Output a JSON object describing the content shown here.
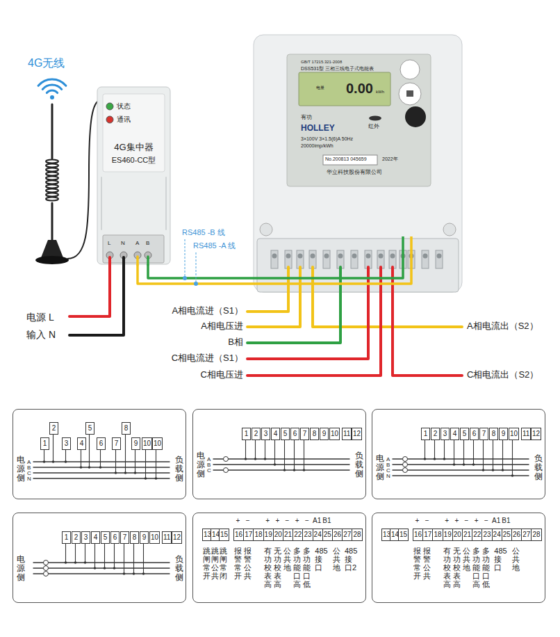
{
  "diagram": {
    "nodes": [
      {
        "text": [
          "状态",
          "通讯",
          "4G集中器",
          "ES460-CC型",
          "L",
          "N",
          "A",
          "B"
        ]
      },
      {
        "text": [
          "GB/T 17215.321-2008",
          "DSS531型 三相三线电子式电能表",
          "电量",
          "0.00",
          "kWh",
          "有功",
          "红外",
          "HOLLEY",
          "3×100V 3×1.5(6)A 50Hz",
          "20000imp/kWh",
          "No.200813 045659",
          "2022年",
          "华立科技股份有限公司"
        ]
      },
      {
        "text": [
          "电源侧",
          "A",
          "B",
          "C",
          "N",
          "负载侧"
        ]
      },
      {
        "text": [
          "1"
        ],
        "in": 2
      },
      {
        "text": [
          "2"
        ],
        "in": 2
      },
      {
        "text": [
          "3"
        ],
        "in": 2
      },
      {
        "text": [
          "4"
        ],
        "in": 2
      },
      {
        "text": [
          "5"
        ],
        "in": 2
      },
      {
        "text": [
          "6"
        ],
        "in": 2
      },
      {
        "text": [
          "7"
        ],
        "in": 2
      },
      {
        "text": [
          "8"
        ],
        "in": 2
      },
      {
        "text": [
          "9"
        ],
        "in": 2
      },
      {
        "text": [
          "10"
        ],
        "in": 2
      },
      {
        "text": [
          "10"
        ],
        "in": 2
      },
      {
        "text": [
          "电源侧",
          "A",
          "B",
          "C",
          "负载侧"
        ]
      },
      {
        "text": [
          "1"
        ],
        "in": 14
      },
      {
        "text": [
          "2"
        ],
        "in": 14
      },
      {
        "text": [
          "3"
        ],
        "in": 14
      },
      {
        "text": [
          "4"
        ],
        "in": 14
      },
      {
        "text": [
          "5"
        ],
        "in": 14
      },
      {
        "text": [
          "6"
        ],
        "in": 14
      },
      {
        "text": [
          "7"
        ],
        "in": 14
      },
      {
        "text": [
          "8"
        ],
        "in": 14
      },
      {
        "text": [
          "9"
        ],
        "in": 14
      },
      {
        "text": [
          "10"
        ],
        "in": 14
      },
      {
        "text": [
          "11"
        ],
        "in": 14
      },
      {
        "text": [
          "12"
        ],
        "in": 14
      },
      {
        "text": [
          "电源侧",
          "A",
          "B",
          "C",
          "N",
          "负载侧"
        ]
      },
      {
        "text": [
          "1"
        ],
        "in": 27
      },
      {
        "text": [
          "2"
        ],
        "in": 27
      },
      {
        "text": [
          "3"
        ],
        "in": 27
      },
      {
        "text": [
          "4"
        ],
        "in": 27
      },
      {
        "text": [
          "5"
        ],
        "in": 27
      },
      {
        "text": [
          "6"
        ],
        "in": 27
      },
      {
        "text": [
          "7"
        ],
        "in": 27
      },
      {
        "text": [
          "8"
        ],
        "in": 27
      },
      {
        "text": [
          "9"
        ],
        "in": 27
      },
      {
        "text": [
          "10"
        ],
        "in": 27
      },
      {
        "text": [
          "11"
        ],
        "in": 27
      },
      {
        "text": [
          "12"
        ],
        "in": 27
      },
      {
        "text": [
          "电源侧",
          "负载侧"
        ]
      },
      {
        "text": [
          "1"
        ],
        "in": 40
      },
      {
        "text": [
          "2"
        ],
        "in": 40
      },
      {
        "text": [
          "3"
        ],
        "in": 40
      },
      {
        "text": [
          "4"
        ],
        "in": 40
      },
      {
        "text": [
          "5"
        ],
        "in": 40
      },
      {
        "text": [
          "6"
        ],
        "in": 40
      },
      {
        "text": [
          "7"
        ],
        "in": 40
      },
      {
        "text": [
          "8"
        ],
        "in": 40
      },
      {
        "text": [
          "9"
        ],
        "in": 40
      },
      {
        "text": [
          "10"
        ],
        "in": 40
      },
      {
        "text": [
          "11"
        ],
        "in": 40
      },
      {
        "text": [
          "12"
        ],
        "in": 40
      },
      {
        "text": [
          "+",
          "−",
          "+",
          "+",
          "−",
          "+",
          "−",
          "A1",
          "B1",
          "跳闸常开",
          "跳闸公共",
          "跳闸常闭",
          "报警常开",
          "报警公共",
          "有功校表高",
          "无功校表高",
          "公共地",
          "多功能口高",
          "多功能口低",
          "485接口",
          "公共地",
          "485接口2"
        ]
      },
      {
        "text": [
          "13"
        ],
        "in": 53
      },
      {
        "text": [
          "14"
        ],
        "in": 53
      },
      {
        "text": [
          "15"
        ],
        "in": 53
      },
      {
        "text": [
          "16"
        ],
        "in": 53
      },
      {
        "text": [
          "17"
        ],
        "in": 53
      },
      {
        "text": [
          "18"
        ],
        "in": 53
      },
      {
        "text": [
          "19"
        ],
        "in": 53
      },
      {
        "text": [
          "20"
        ],
        "in": 53
      },
      {
        "text": [
          "21"
        ],
        "in": 53
      },
      {
        "text": [
          "22"
        ],
        "in": 53
      },
      {
        "text": [
          "23"
        ],
        "in": 53
      },
      {
        "text": [
          "24"
        ],
        "in": 53
      },
      {
        "text": [
          "25"
        ],
        "in": 53
      },
      {
        "text": [
          "26"
        ],
        "in": 53
      },
      {
        "text": [
          "27"
        ],
        "in": 53
      },
      {
        "text": [
          "28"
        ],
        "in": 53
      },
      {
        "text": [
          "+",
          "−",
          "+",
          "+",
          "−",
          "+",
          "−",
          "A1",
          "B1",
          "报警常开",
          "报警公共",
          "有功校表高",
          "无功校表高",
          "公共地",
          "多功能口高",
          "多功能口低",
          "485接口",
          "公共地"
        ]
      },
      {
        "text": [
          "13"
        ],
        "in": 70
      },
      {
        "text": [
          "14"
        ],
        "in": 70
      },
      {
        "text": [
          "15"
        ],
        "in": 70
      },
      {
        "text": [
          "16"
        ],
        "in": 70
      },
      {
        "text": [
          "17"
        ],
        "in": 70
      },
      {
        "text": [
          "18"
        ],
        "in": 70
      },
      {
        "text": [
          "19"
        ],
        "in": 70
      },
      {
        "text": [
          "20"
        ],
        "in": 70
      },
      {
        "text": [
          "21"
        ],
        "in": 70
      },
      {
        "text": [
          "22"
        ],
        "in": 70
      },
      {
        "text": [
          "23"
        ],
        "in": 70
      },
      {
        "text": [
          "24"
        ],
        "in": 70
      },
      {
        "text": [
          "25"
        ],
        "in": 70
      },
      {
        "text": [
          "26"
        ],
        "in": 70
      },
      {
        "text": [
          "27"
        ],
        "in": 70
      },
      {
        "text": [
          "28"
        ],
        "in": 70
      }
    ],
    "edges": [
      {
        "from": 0,
        "to": 1,
        "arrow": "none",
        "label": "RS485 -A 线"
      },
      {
        "from": 0,
        "to": 1,
        "arrow": "none",
        "label": "RS485 -B 线"
      }
    ],
    "labels": [
      "4G无线",
      "电源 L",
      "输入 N",
      "A相电流进（S1）",
      "A相电压进",
      "B相",
      "C相电流进（S1）",
      "C相电压进",
      "A相电流出（S2）",
      "C相电流出（S2）"
    ]
  }
}
